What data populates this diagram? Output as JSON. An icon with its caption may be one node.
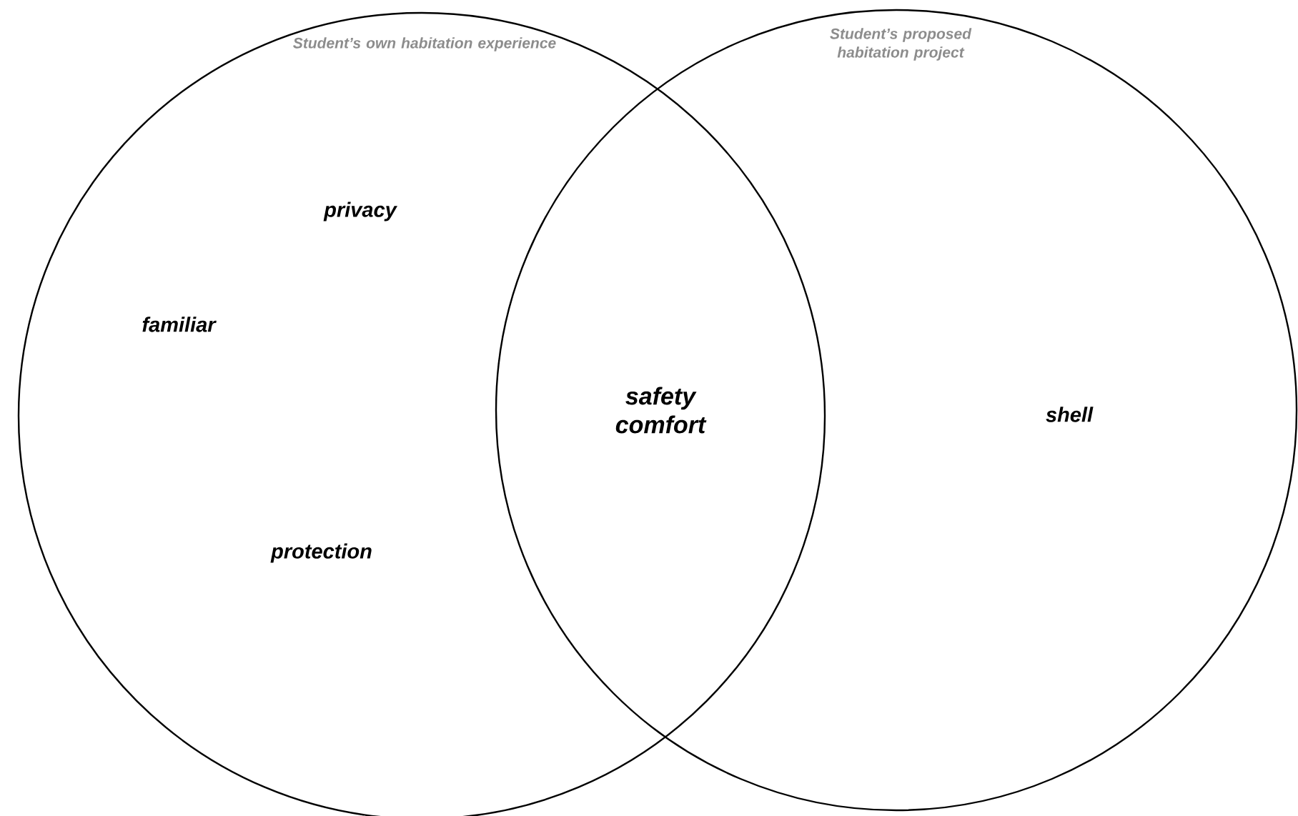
{
  "diagram": {
    "nodes": [
      {
        "text": [
          "Student’s own habitation experience",
          "privacy",
          "familiar",
          "protection"
        ]
      },
      {
        "text": [
          "Student’s proposed habitation project",
          "shell"
        ]
      }
    ],
    "labels": [
      "safety comfort"
    ]
  }
}
